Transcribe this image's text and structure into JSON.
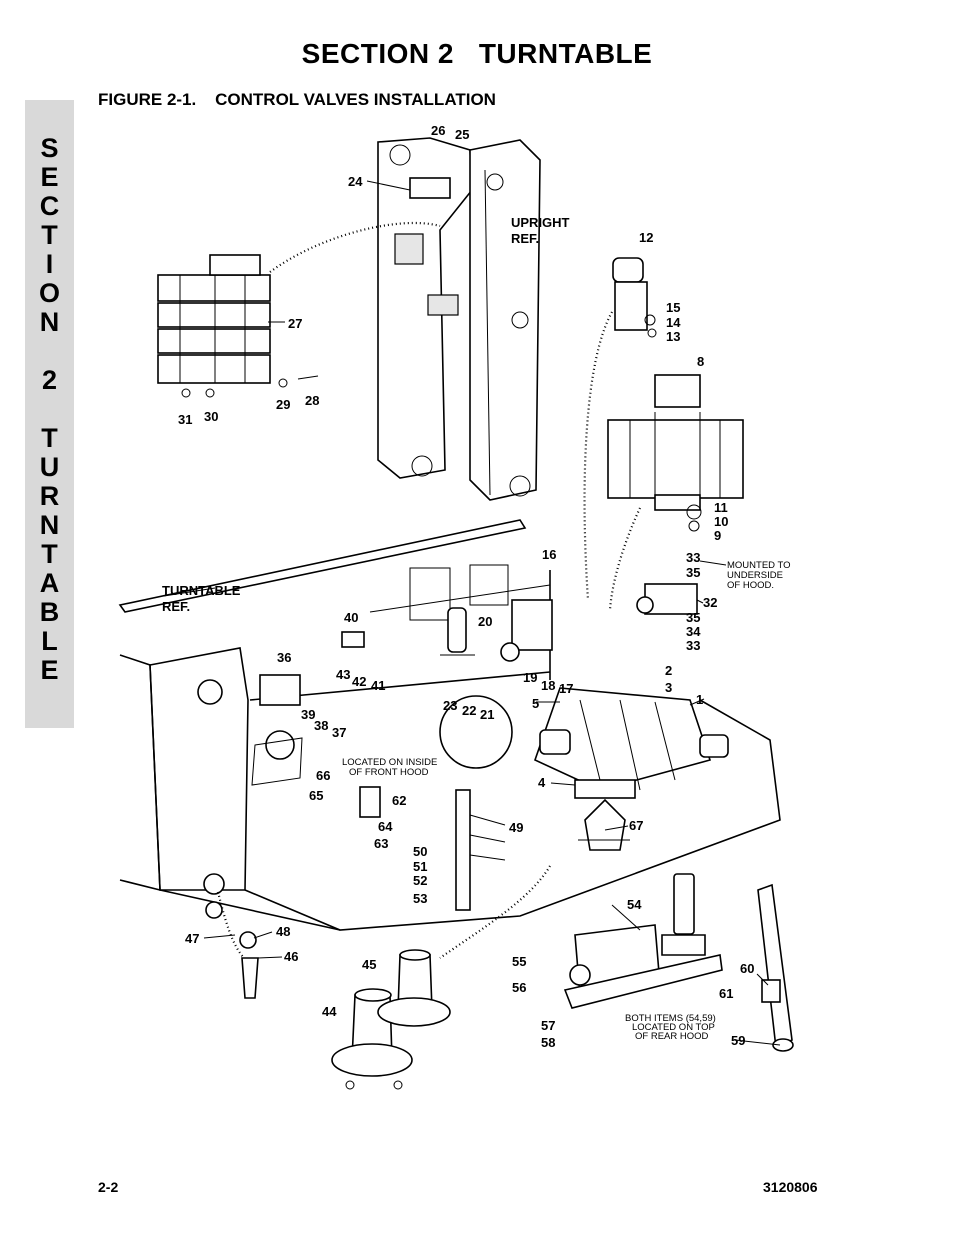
{
  "header": {
    "section_title": "SECTION 2   TURNTABLE",
    "figure_title": "FIGURE 2-1.    CONTROL VALVES INSTALLATION"
  },
  "side_tab": {
    "letters": [
      "S",
      "E",
      "C",
      "T",
      "I",
      "O",
      "N",
      " ",
      "2",
      " ",
      "T",
      "U",
      "R",
      "N",
      "T",
      "A",
      "B",
      "L",
      "E"
    ]
  },
  "figure": {
    "references": {
      "upright": [
        "UPRIGHT",
        "REF."
      ],
      "turntable": [
        "TURNTABLE",
        "REF."
      ]
    },
    "notes": {
      "hood_mount": [
        "MOUNTED TO",
        "UNDERSIDE",
        "OF HOOD."
      ],
      "front_hood": [
        "LOCATED ON INSIDE",
        "OF FRONT HOOD"
      ],
      "rear_hood": [
        "BOTH ITEMS (54,59)",
        "LOCATED ON TOP",
        "OF REAR HOOD"
      ]
    },
    "callouts": [
      "26",
      "25",
      "24",
      "27",
      "31",
      "30",
      "29",
      "28",
      "12",
      "15",
      "14",
      "13",
      "8",
      "11",
      "10",
      "9",
      "16",
      "33",
      "35",
      "32",
      "35",
      "34",
      "33",
      "20",
      "40",
      "36",
      "43",
      "42",
      "41",
      "39",
      "38",
      "37",
      "23",
      "22",
      "21",
      "19",
      "18",
      "17",
      "5",
      "2",
      "3",
      "1",
      "4",
      "66",
      "65",
      "62",
      "64",
      "63",
      "49",
      "50",
      "51",
      "52",
      "53",
      "67",
      "54",
      "47",
      "48",
      "46",
      "45",
      "55",
      "56",
      "60",
      "61",
      "44",
      "57",
      "58",
      "59"
    ]
  },
  "footer": {
    "page_number": "2-2",
    "doc_number": "3120806"
  }
}
